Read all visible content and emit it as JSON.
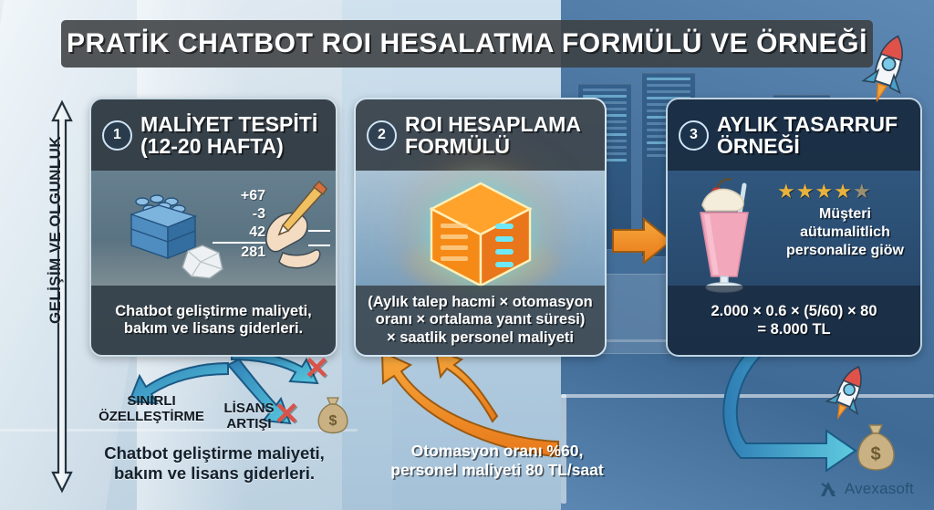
{
  "header": {
    "title": "PRATİK CHATBOT ROI HESALATMA FORMÜLÜ VE ÖRNEĞİ"
  },
  "axis": {
    "label": "GELİŞİM VE OLGUNLUK"
  },
  "panels": [
    {
      "number": "1",
      "title_line1": "MALİYET TESPİTİ",
      "title_line2": "(12-20 HAFTA)",
      "caption": "Chatbot geliştirme maliyeti, bakım ve lisans giderleri.",
      "caption_line1": "Chatbot geliştirme maliyeti,",
      "caption_line2": "bakım ve lisans giderleri.",
      "art": {
        "handwritten_numbers": [
          "+67",
          "-3",
          "42",
          "281"
        ],
        "icons": [
          "lego-blocks-icon",
          "crumpled-paper-icon",
          "pencil-hand-icon"
        ]
      }
    },
    {
      "number": "2",
      "title_line1": "ROI HESAPLAMA",
      "title_line2": "FORMÜLÜ",
      "caption_line1": "(Aylık talep hacmi × otomasyon",
      "caption_line2": "oranı × ortalama yanıt süresi)",
      "caption_line3": "× saatlik personel maliyeti",
      "art": {
        "icons": [
          "glowing-data-cube-icon"
        ]
      }
    },
    {
      "number": "3",
      "title_line1": "AYLIK TASARRUF",
      "title_line2": "ÖRNEĞİ",
      "rating_stars": "4.5",
      "rating_text_line1": "Müşteri",
      "rating_text_line2": "aütumalitlich",
      "rating_text_line3": "personalize giöw",
      "calc_expression": "2.000 × 0.6 × (5/60) × 80",
      "calc_result": "= 8.000 TL",
      "art": {
        "icons": [
          "milkshake-icon",
          "star-icon"
        ]
      }
    }
  ],
  "labels": {
    "limited_customization_line1": "SINIRLI",
    "limited_customization_line2": "ÖZELLEŞTİRME",
    "license_increase_line1": "LİSANS",
    "license_increase_line2": "ARTIŞI"
  },
  "captions": {
    "bottom_left_line1": "Chatbot geliştirme maliyeti,",
    "bottom_left_line2": "bakım ve lisans giderleri.",
    "bottom_mid_line1": "Otomasyon oranı %60,",
    "bottom_mid_line2": "personel maliyeti 80 TL/saat"
  },
  "marks": {
    "cross1": "✕",
    "cross2": "✕"
  },
  "watermark": {
    "brand": "Avexasoft"
  },
  "colors": {
    "title_bar": "#3c4042",
    "accent_orange": "#f08a1e",
    "accent_cyan": "#2fa8c9",
    "result_gold": "#f3d77a",
    "cross_red": "#d8544a",
    "panel3_bg": "#2f5880"
  }
}
